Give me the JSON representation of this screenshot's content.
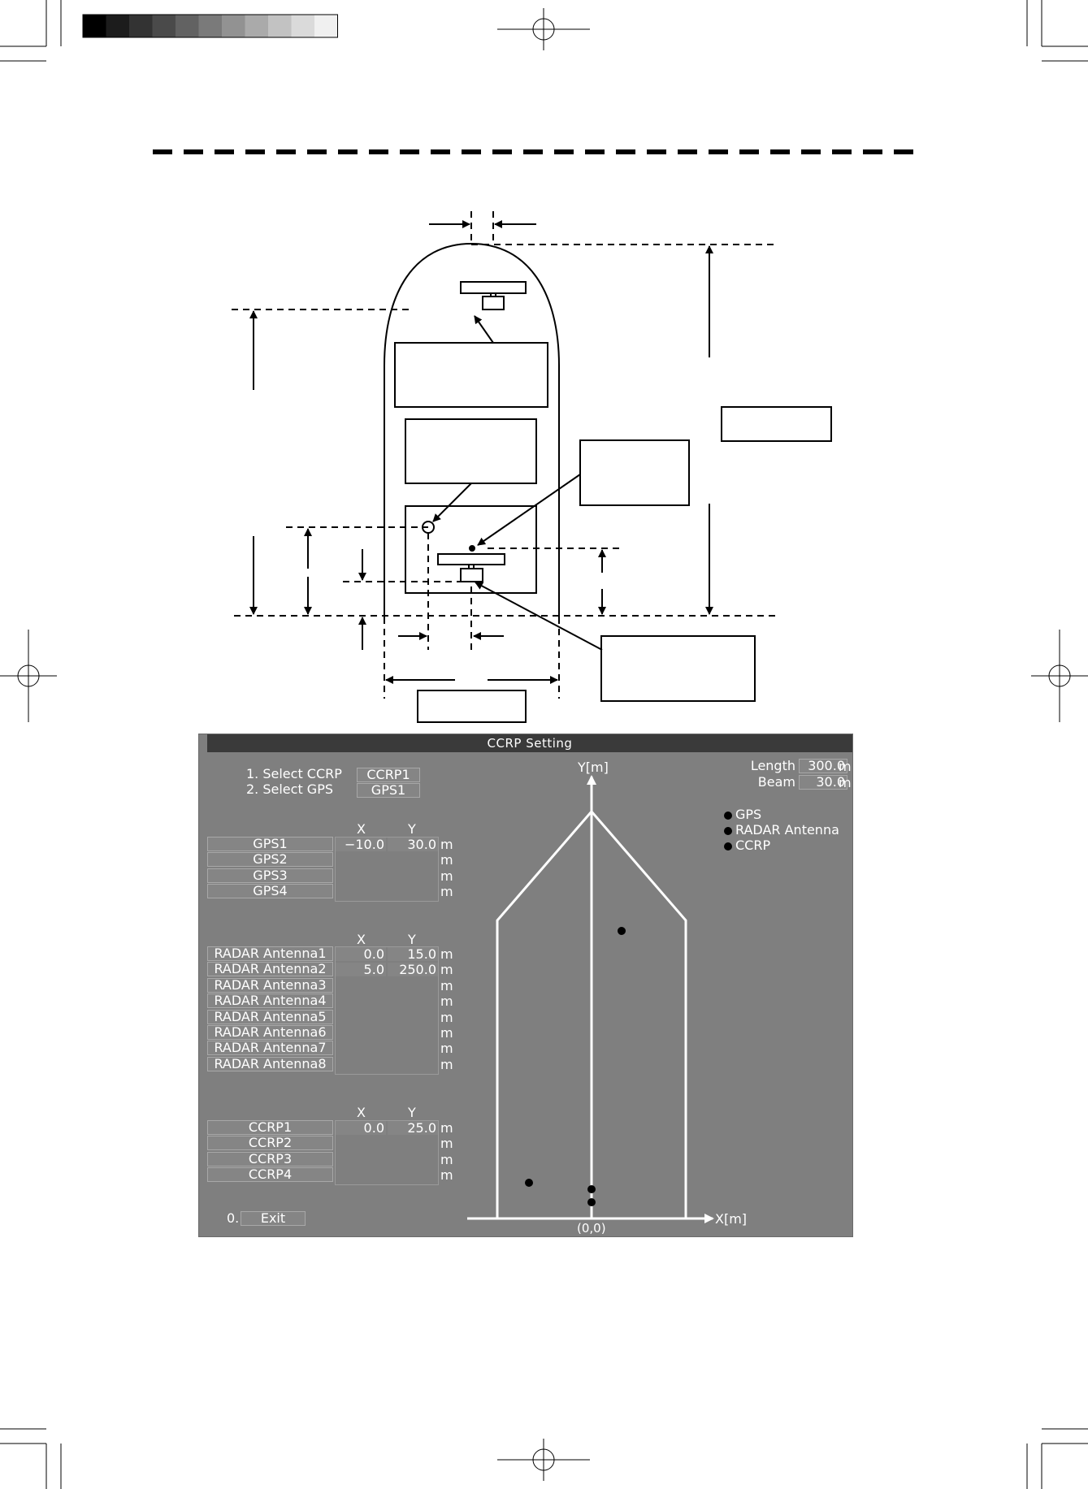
{
  "window": {
    "title": "CCRP Setting"
  },
  "select": {
    "ccrp_label": "1. Select CCRP",
    "ccrp_value": "CCRP1",
    "gps_label": "2. Select GPS",
    "gps_value": "GPS1"
  },
  "headers": {
    "x": "X",
    "y": "Y",
    "unit": "m"
  },
  "gps": {
    "rows": [
      {
        "name": "GPS1",
        "x": "−10.0",
        "y": "30.0"
      },
      {
        "name": "GPS2",
        "x": "",
        "y": ""
      },
      {
        "name": "GPS3",
        "x": "",
        "y": ""
      },
      {
        "name": "GPS4",
        "x": "",
        "y": ""
      }
    ]
  },
  "radar": {
    "rows": [
      {
        "name": "RADAR Antenna1",
        "x": "0.0",
        "y": "15.0"
      },
      {
        "name": "RADAR Antenna2",
        "x": "5.0",
        "y": "250.0"
      },
      {
        "name": "RADAR Antenna3",
        "x": "",
        "y": ""
      },
      {
        "name": "RADAR Antenna4",
        "x": "",
        "y": ""
      },
      {
        "name": "RADAR Antenna5",
        "x": "",
        "y": ""
      },
      {
        "name": "RADAR Antenna6",
        "x": "",
        "y": ""
      },
      {
        "name": "RADAR Antenna7",
        "x": "",
        "y": ""
      },
      {
        "name": "RADAR Antenna8",
        "x": "",
        "y": ""
      }
    ]
  },
  "ccrp": {
    "rows": [
      {
        "name": "CCRP1",
        "x": "0.0",
        "y": "25.0"
      },
      {
        "name": "CCRP2",
        "x": "",
        "y": ""
      },
      {
        "name": "CCRP3",
        "x": "",
        "y": ""
      },
      {
        "name": "CCRP4",
        "x": "",
        "y": ""
      }
    ]
  },
  "exit": {
    "index": "0.",
    "label": "Exit"
  },
  "ship": {
    "length_label": "Length",
    "length_value": "300.0",
    "beam_label": "Beam",
    "beam_value": "30.0",
    "unit": "m"
  },
  "legend": [
    "GPS",
    "RADAR Antenna",
    "CCRP"
  ],
  "plot": {
    "y_axis_label": "Y[m]",
    "x_axis_label": "X[m]",
    "origin_label": "(0,0)",
    "line_color": "#ffffff",
    "marker_color": "#000000"
  },
  "colors": {
    "panel_bg": "#7f7f7f",
    "titlebar_bg": "#3a3a3a",
    "text": "#ffffff"
  }
}
